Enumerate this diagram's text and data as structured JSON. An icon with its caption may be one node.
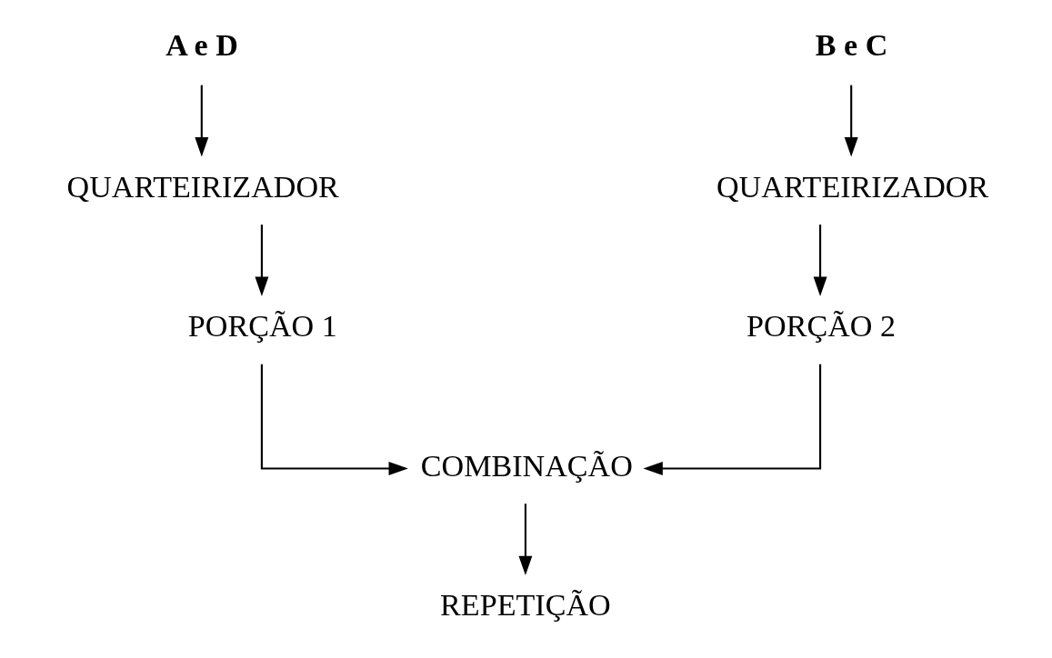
{
  "diagram": {
    "nodes": [
      {
        "text": [
          "A e D"
        ]
      },
      {
        "text": [
          "QUARTEIRIZADOR"
        ]
      },
      {
        "text": [
          "PORÇÃO 1"
        ]
      },
      {
        "text": [
          "B e C"
        ]
      },
      {
        "text": [
          "QUARTEIRIZADOR"
        ]
      },
      {
        "text": [
          "PORÇÃO 2"
        ]
      },
      {
        "text": [
          "COMBINAÇÃO"
        ]
      },
      {
        "text": [
          "REPETIÇÃO"
        ]
      }
    ],
    "edges": [
      {
        "from": 0,
        "to": 1,
        "arrow": "to"
      },
      {
        "from": 1,
        "to": 2,
        "arrow": "to"
      },
      {
        "from": 3,
        "to": 4,
        "arrow": "to"
      },
      {
        "from": 4,
        "to": 5,
        "arrow": "to"
      },
      {
        "from": 2,
        "to": 6,
        "arrow": "to"
      },
      {
        "from": 5,
        "to": 6,
        "arrow": "to"
      },
      {
        "from": 6,
        "to": 7,
        "arrow": "to"
      }
    ]
  }
}
